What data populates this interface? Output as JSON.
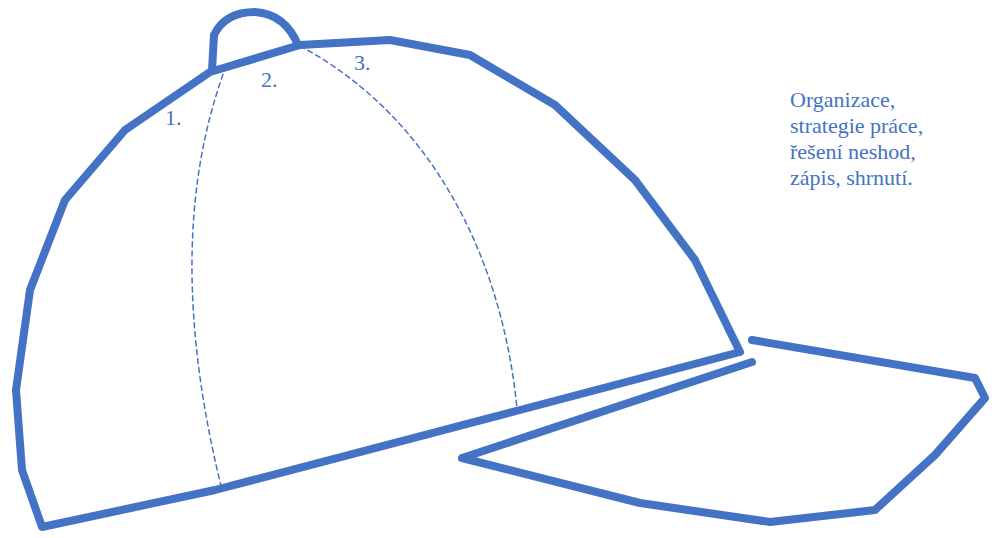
{
  "diagram": {
    "labels": [
      "1.",
      "2.",
      "3.",
      "Organizace, strategie práce, řešení neshod, zápis, shrnutí."
    ]
  }
}
